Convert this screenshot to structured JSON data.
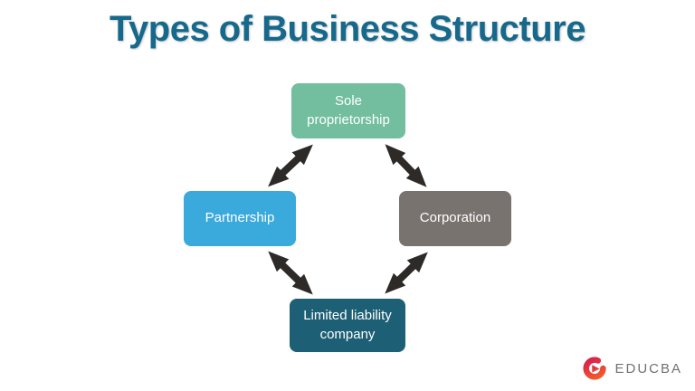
{
  "page": {
    "background_color": "#ffffff"
  },
  "title": {
    "text": "Types of Business Structure",
    "color": "#17698c"
  },
  "diagram": {
    "arrow_color": "#2d2a28",
    "nodes": [
      {
        "id": "sole-proprietorship",
        "label": "Sole proprietorship",
        "color": "#72be9f",
        "text_color": "#ffffff"
      },
      {
        "id": "partnership",
        "label": "Partnership",
        "color": "#3aa9dc",
        "text_color": "#ffffff"
      },
      {
        "id": "corporation",
        "label": "Corporation",
        "color": "#797370",
        "text_color": "#ffffff"
      },
      {
        "id": "limited-liability-company",
        "label": "Limited liability company",
        "color": "#1d5f74",
        "text_color": "#ffffff"
      }
    ],
    "connections": [
      {
        "from": "sole-proprietorship",
        "to": "partnership",
        "bidirectional": true
      },
      {
        "from": "sole-proprietorship",
        "to": "corporation",
        "bidirectional": true
      },
      {
        "from": "partnership",
        "to": "limited-liability-company",
        "bidirectional": true
      },
      {
        "from": "corporation",
        "to": "limited-liability-company",
        "bidirectional": true
      }
    ]
  },
  "logo": {
    "text": "EDUCBA",
    "text_color": "#707174",
    "icon_gradient_start": "#d9234e",
    "icon_gradient_end": "#f2592b"
  }
}
